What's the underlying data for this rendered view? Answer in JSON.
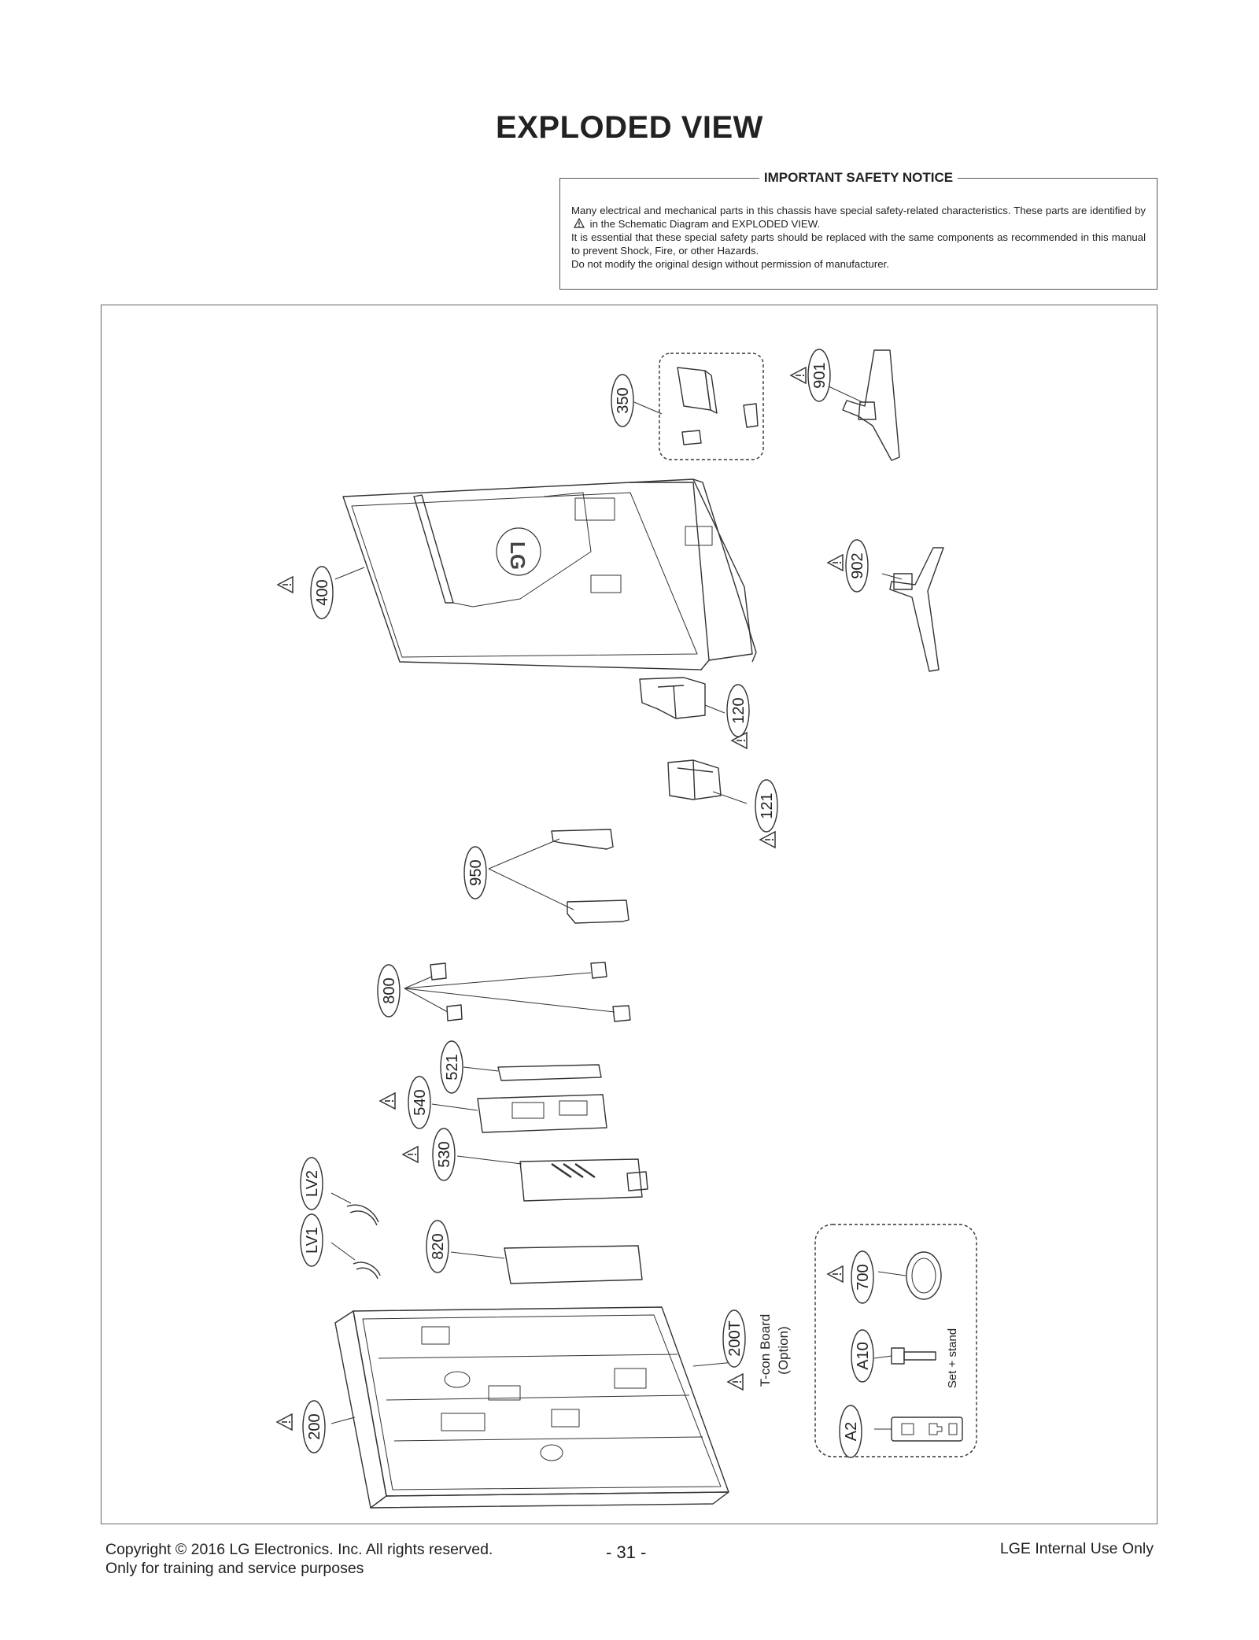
{
  "title": "EXPLODED VIEW",
  "notice": {
    "heading": "IMPORTANT SAFETY NOTICE",
    "line1": "Many electrical and mechanical parts in this chassis have special safety-related characteristics. These parts are identified by",
    "line1_after": "in the Schematic Diagram and EXPLODED VIEW.",
    "line2": "It is essential that these special safety parts should be replaced with the same components as recommended in this manual to prevent Shock, Fire, or other Hazards.",
    "line3": "Do not modify the original design without permission of manufacturer."
  },
  "parts": [
    {
      "id": "350"
    },
    {
      "id": "901"
    },
    {
      "id": "400"
    },
    {
      "id": "902"
    },
    {
      "id": "120"
    },
    {
      "id": "121"
    },
    {
      "id": "950"
    },
    {
      "id": "800"
    },
    {
      "id": "521"
    },
    {
      "id": "540"
    },
    {
      "id": "530"
    },
    {
      "id": "LV2"
    },
    {
      "id": "LV1"
    },
    {
      "id": "820"
    },
    {
      "id": "700"
    },
    {
      "id": "A10"
    },
    {
      "id": "A2"
    },
    {
      "id": "200T"
    },
    {
      "id": "200"
    }
  ],
  "tcon_label": "T-con Board",
  "tcon_option": "(Option)",
  "set_stand": "Set + stand",
  "logo_text": "LG",
  "footer": {
    "copyright": "Copyright  © 2016 LG Electronics. Inc. All rights reserved.",
    "purpose": "Only for training and service purposes",
    "page_number": "- 31 -",
    "internal": "LGE Internal Use Only"
  }
}
